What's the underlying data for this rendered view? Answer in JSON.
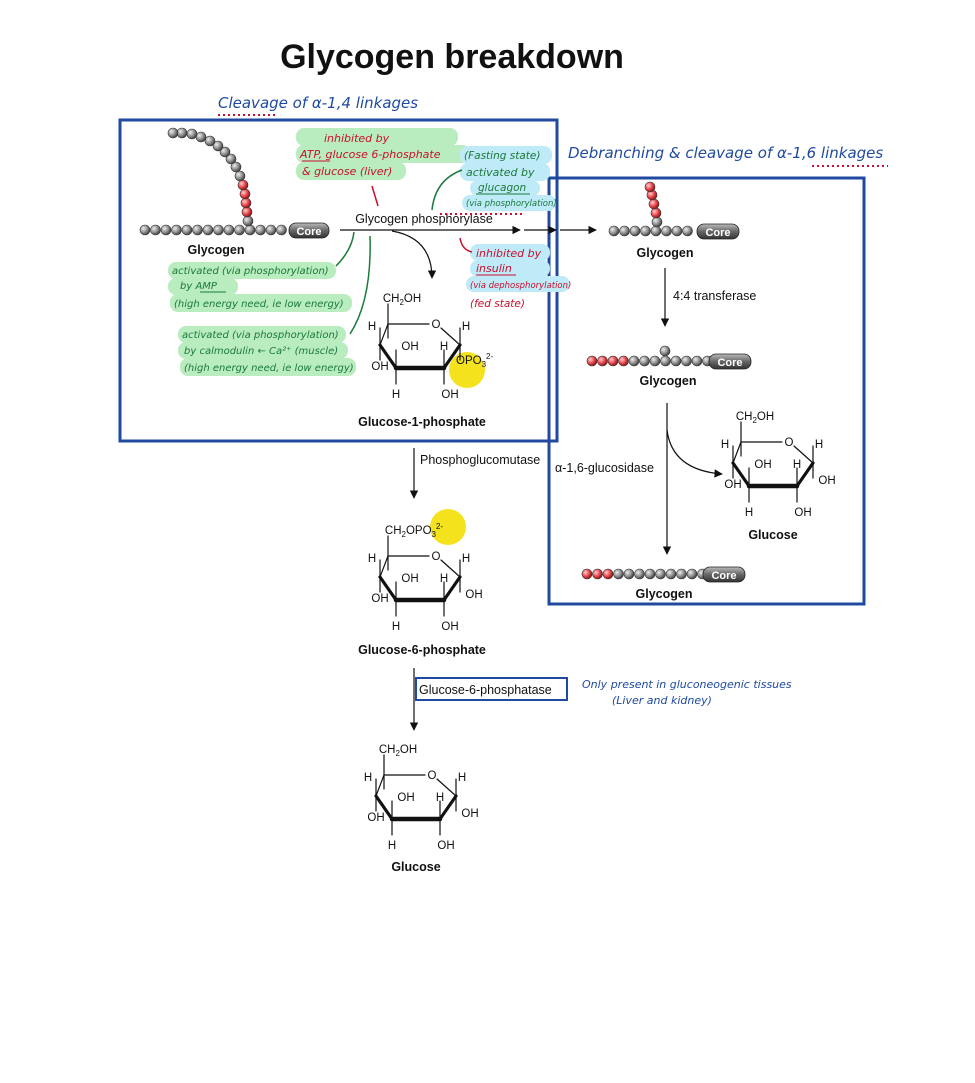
{
  "title": "Glycogen breakdown",
  "labels": {
    "glycogen": "Glycogen",
    "core": "Core",
    "enzyme_phosphorylase": "Glycogen phosphorylase",
    "transferase": "4:4 transferase",
    "glucosidase": "α-1,6-glucosidase",
    "mutase": "Phosphoglucomutase",
    "phosphatase": "Glucose-6-phosphatase",
    "g1p": "Glucose-1-phosphate",
    "g6p": "Glucose-6-phosphate",
    "glucose": "Glucose"
  },
  "atoms": {
    "h": "H",
    "oh": "OH",
    "o": "O",
    "ch2oh_pre": "CH",
    "ch2oh_sub": "2",
    "ch2oh_post": "OH",
    "opo3": "OPO",
    "sub3": "3",
    "sup2m": "2-"
  },
  "annotations": {
    "cleavage_14": "Cleavage of α-1,4 linkages",
    "debranching": "Debranching & cleavage of α-1,6 linkages",
    "inhibited_line1": "inhibited by",
    "inhibited_line2": "ATP, glucose 6-phosphate",
    "inhibited_line3": "& glucose (liver)",
    "fasting_line1": "(Fasting state)",
    "fasting_line2": "activated by",
    "fasting_line3": "glucagon",
    "fasting_line4": "(via phosphorylation)",
    "insulin_line1": "inhibited by",
    "insulin_line2": "insulin",
    "insulin_line3": "(via dephosphorylation)",
    "insulin_line4": "(fed state)",
    "amp_line1": "activated (via phosphorylation)",
    "amp_line2": "by AMP",
    "amp_line3": "(high energy need, ie low energy)",
    "ca_line1": "activated (via phosphorylation)",
    "ca_line2": "by calmodulin ← Ca²⁺ (muscle)",
    "ca_line3": "(high energy need, ie low energy)",
    "gluconeogenic_line1": "Only present in gluconeogenic tissues",
    "gluconeogenic_line2": "(Liver and kidney)"
  },
  "colors": {
    "box": "#1f4aa0",
    "red_note": "#c8102e",
    "green_note": "#1a7a3a",
    "blue_note": "#1f4aa0",
    "green_highlight": "#b9ecbf",
    "blue_highlight": "#bfeaf7",
    "yellow_highlight": "#f4e21c",
    "red_bead": "#e8434a",
    "gray_bead": "#9a9a9a"
  }
}
